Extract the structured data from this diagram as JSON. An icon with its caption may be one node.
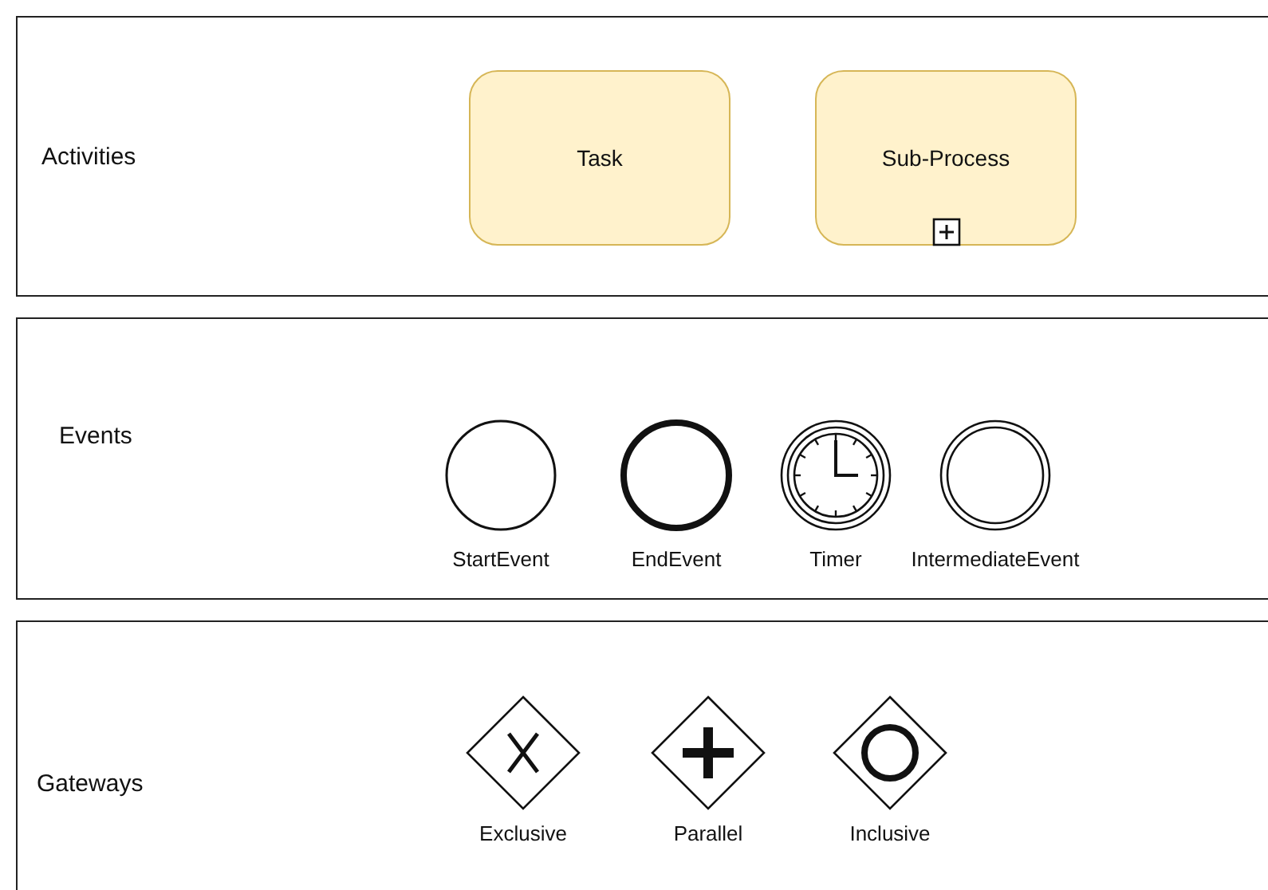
{
  "diagram": {
    "nodes": [
      {
        "text": [
          "Activities"
        ]
      },
      {
        "text": [
          "Task"
        ],
        "in": 0
      },
      {
        "text": [
          "Sub-Process"
        ],
        "in": 0
      },
      {
        "text": [
          "Events"
        ]
      },
      {
        "text": [],
        "shape": "circle",
        "in": 3,
        "beside": [
          "StartEvent"
        ]
      },
      {
        "text": [],
        "shape": "circle",
        "in": 3,
        "beside": [
          "EndEvent"
        ]
      },
      {
        "text": [],
        "shape": "circle",
        "in": 3,
        "beside": [
          "Timer"
        ]
      },
      {
        "text": [],
        "shape": "circle",
        "in": 3,
        "beside": [
          "IntermediateEvent"
        ]
      },
      {
        "text": [
          "Gateways"
        ]
      },
      {
        "text": [],
        "shape": "diamond",
        "in": 8,
        "beside": [
          "Exclusive"
        ]
      },
      {
        "text": [],
        "shape": "diamond",
        "in": 8,
        "beside": [
          "Parallel"
        ]
      },
      {
        "text": [],
        "shape": "diamond",
        "in": 8,
        "beside": [
          "Inclusive"
        ]
      }
    ]
  }
}
